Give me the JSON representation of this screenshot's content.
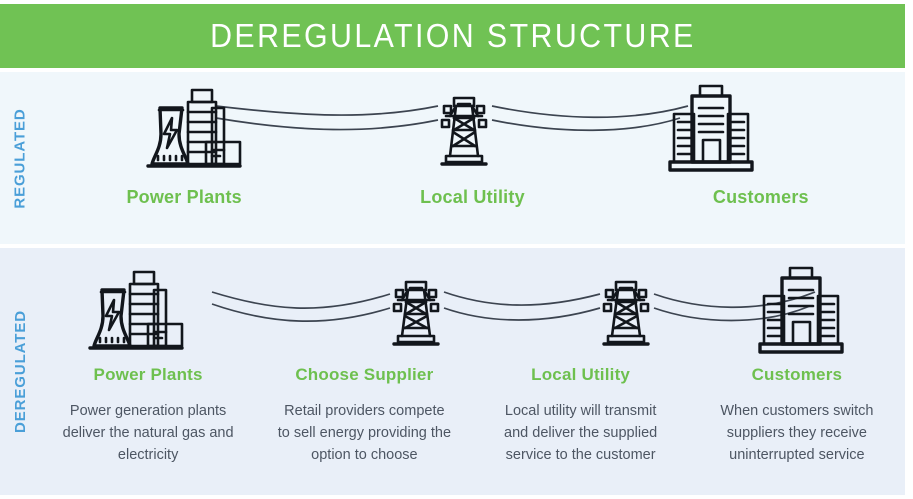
{
  "header": {
    "title": "DEREGULATION STRUCTURE",
    "bar_color": "#70c254",
    "text_color": "#ffffff"
  },
  "colors": {
    "accent_green": "#6ec04f",
    "side_label_blue": "#4a9fd8",
    "body_text": "#4d5663",
    "regulated_bg": "#f0f7fb",
    "deregulated_bg": "#e9eff8",
    "icon_stroke": "#12161c",
    "wire_stroke": "#3c4450"
  },
  "sections": [
    {
      "side_label": "REGULATED",
      "columns": [
        {
          "title": "Power Plants",
          "icon": "power-plant-icon",
          "description": ""
        },
        {
          "title": "Local Utility",
          "icon": "transmission-tower-icon",
          "description": ""
        },
        {
          "title": "Customers",
          "icon": "office-buildings-icon",
          "description": ""
        }
      ]
    },
    {
      "side_label": "DEREGULATED",
      "columns": [
        {
          "title": "Power Plants",
          "icon": "power-plant-icon",
          "description": "Power generation plants deliver the natural gas and electricity"
        },
        {
          "title": "Choose Supplier",
          "icon": "transmission-tower-icon",
          "description": "Retail providers compete to sell energy providing the option to choose"
        },
        {
          "title": "Local Utility",
          "icon": "transmission-tower-icon",
          "description": "Local utility will transmit and deliver the supplied service to the customer"
        },
        {
          "title": "Customers",
          "icon": "office-buildings-icon",
          "description": "When customers switch suppliers they receive uninterrupted service"
        }
      ]
    }
  ]
}
